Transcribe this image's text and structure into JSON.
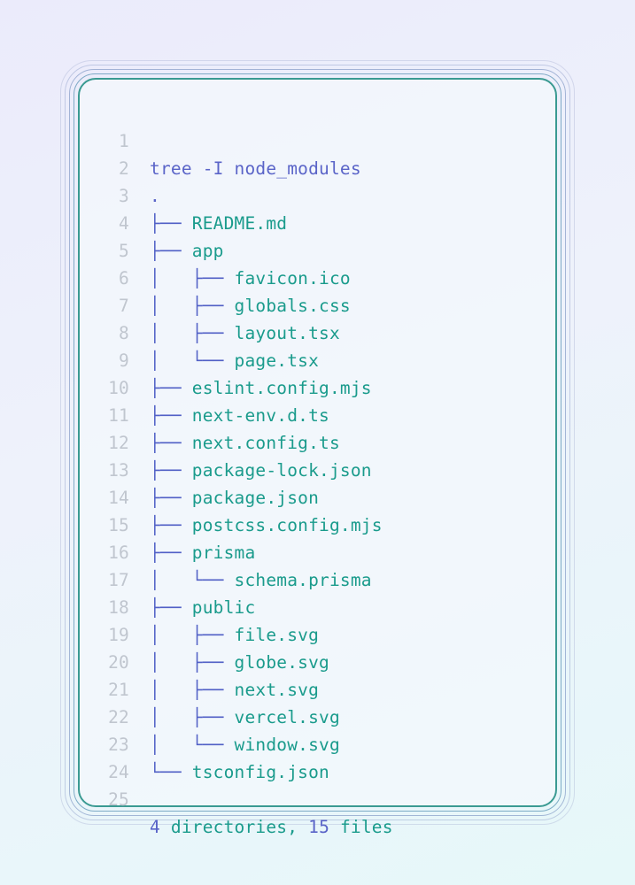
{
  "window": {
    "title": ""
  },
  "code": {
    "lines": [
      {
        "num": "1",
        "prefix": "",
        "text": "tree -I node_modules",
        "kind": "command"
      },
      {
        "num": "2",
        "prefix": "",
        "text": ".",
        "kind": "command"
      },
      {
        "num": "3",
        "prefix": "├── ",
        "text": "README.md"
      },
      {
        "num": "4",
        "prefix": "├── ",
        "text": "app"
      },
      {
        "num": "5",
        "prefix": "│   ├── ",
        "text": "favicon.ico"
      },
      {
        "num": "6",
        "prefix": "│   ├── ",
        "text": "globals.css"
      },
      {
        "num": "7",
        "prefix": "│   ├── ",
        "text": "layout.tsx"
      },
      {
        "num": "8",
        "prefix": "│   └── ",
        "text": "page.tsx"
      },
      {
        "num": "9",
        "prefix": "├── ",
        "text": "eslint.config.mjs"
      },
      {
        "num": "10",
        "prefix": "├── ",
        "text": "next-env.d.ts"
      },
      {
        "num": "11",
        "prefix": "├── ",
        "text": "next.config.ts"
      },
      {
        "num": "12",
        "prefix": "├── ",
        "text": "package-lock.json"
      },
      {
        "num": "13",
        "prefix": "├── ",
        "text": "package.json"
      },
      {
        "num": "14",
        "prefix": "├── ",
        "text": "postcss.config.mjs"
      },
      {
        "num": "15",
        "prefix": "├── ",
        "text": "prisma"
      },
      {
        "num": "16",
        "prefix": "│   └── ",
        "text": "schema.prisma"
      },
      {
        "num": "17",
        "prefix": "├── ",
        "text": "public"
      },
      {
        "num": "18",
        "prefix": "│   ├── ",
        "text": "file.svg"
      },
      {
        "num": "19",
        "prefix": "│   ├── ",
        "text": "globe.svg"
      },
      {
        "num": "20",
        "prefix": "│   ├── ",
        "text": "next.svg"
      },
      {
        "num": "21",
        "prefix": "│   ├── ",
        "text": "vercel.svg"
      },
      {
        "num": "22",
        "prefix": "│   └── ",
        "text": "window.svg"
      },
      {
        "num": "23",
        "prefix": "└── ",
        "text": "tsconfig.json"
      },
      {
        "num": "24",
        "prefix": "",
        "text": ""
      },
      {
        "num": "25",
        "prefix": "",
        "text": "",
        "kind": "summary",
        "summary": {
          "dirs_count": "4",
          "dirs_label": " directories, ",
          "files_count": "15",
          "files_label": " files"
        }
      }
    ]
  },
  "colors": {
    "line_number": "#c0c6cf",
    "tree_branch": "#5160c6",
    "file_name": "#1a9b8c",
    "command": "#5a64c8",
    "card_border": "#3a9a92"
  }
}
